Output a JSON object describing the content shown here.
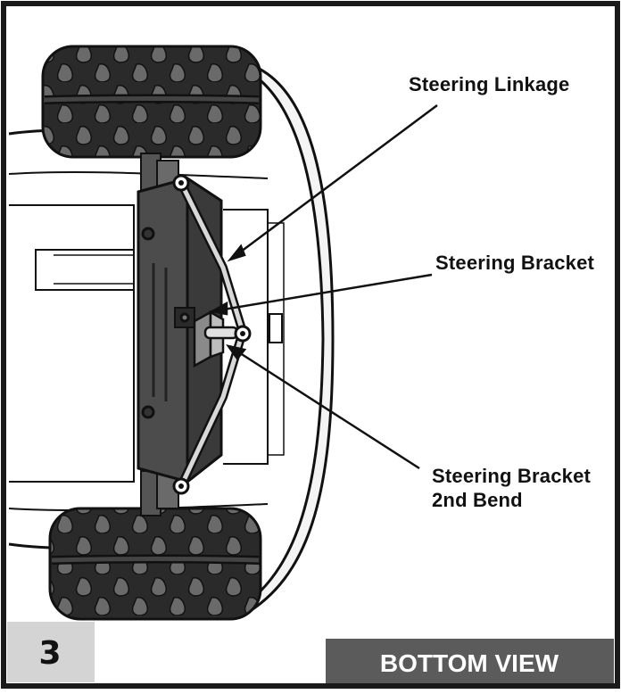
{
  "step": {
    "number": "3",
    "badge_color": "#d4d4d4"
  },
  "view_label": {
    "text": "BOTTOM VIEW",
    "background": "#5b5b5b"
  },
  "callouts": {
    "linkage": "Steering Linkage",
    "bracket": "Steering Bracket",
    "bend_line1": "Steering Bracket",
    "bend_line2": "2nd Bend"
  },
  "colors": {
    "frame": "#1a1a1a",
    "tire": "#2a2a2a",
    "tread": "#6a6a6a",
    "part_fill": "#4c4c4c"
  },
  "icons": {
    "front_tire": "tire-icon",
    "rear_tire": "tire-icon",
    "steering_linkage": "rod-icon"
  }
}
